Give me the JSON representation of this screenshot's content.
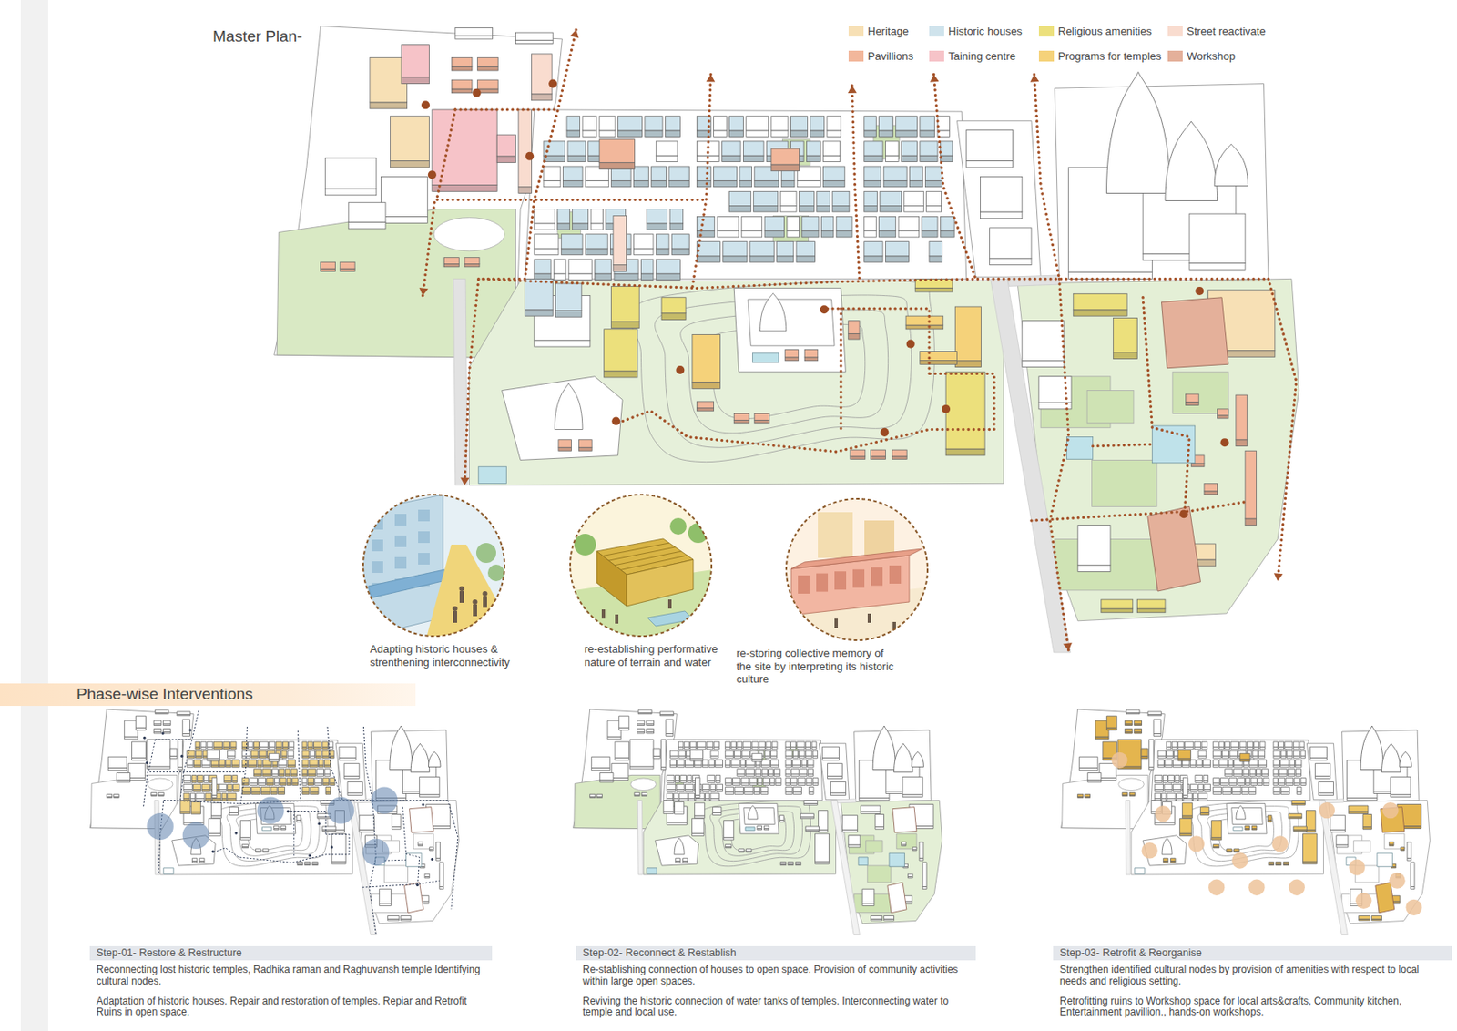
{
  "diagram": {
    "title": "Master Plan-",
    "nodes": [
      {
        "text": [
          "Adapting historic houses & strenthening interconnectivity"
        ]
      },
      {
        "text": [
          "re-establishing performative nature of terrain and water"
        ]
      },
      {
        "text": [
          "re-storing collective memory of the site by interpreting its historic culture"
        ]
      },
      {
        "text": [
          "Step-01- Restore & Restructure",
          "Reconnecting lost historic temples, Radhika raman and Raghuvansh temple Identifying cultural nodes.",
          "Adaptation of historic houses. Repair and restoration of temples. Repiar and Retrofit Ruins in open space."
        ]
      },
      {
        "text": [
          "Step-02- Reconnect & Restablish",
          "Re-stablishing connection of houses to open space. Provision of community activities within large open spaces.",
          "Reviving the historic connection of water tanks of temples. Interconnecting water to temple and local use."
        ]
      },
      {
        "text": [
          "Step-03- Retrofit & Reorganise",
          "Strengthen identified cultural nodes by provision of amenities with respect to local needs and religious setting.",
          "Retrofitting ruins to Workshop space for local arts&crafts, Community kitchen, Entertainment pavillion., hands-on workshops."
        ]
      }
    ],
    "labels": [
      "Phase-wise Interventions"
    ],
    "legend": [
      {
        "text": "Heritage",
        "color": "#f7e0b5"
      },
      {
        "text": "Historic houses",
        "color": "#cfe3ec"
      },
      {
        "text": "Religious amenities",
        "color": "#ece07c"
      },
      {
        "text": "Street reactivate",
        "color": "#f9dccf"
      },
      {
        "text": "Pavillions",
        "color": "#f2b79b"
      },
      {
        "text": "Taining centre",
        "color": "#f6c3c8"
      },
      {
        "text": "Programs for temples",
        "color": "#f5d27a"
      },
      {
        "text": "Workshop",
        "color": "#e4b09a"
      }
    ]
  }
}
